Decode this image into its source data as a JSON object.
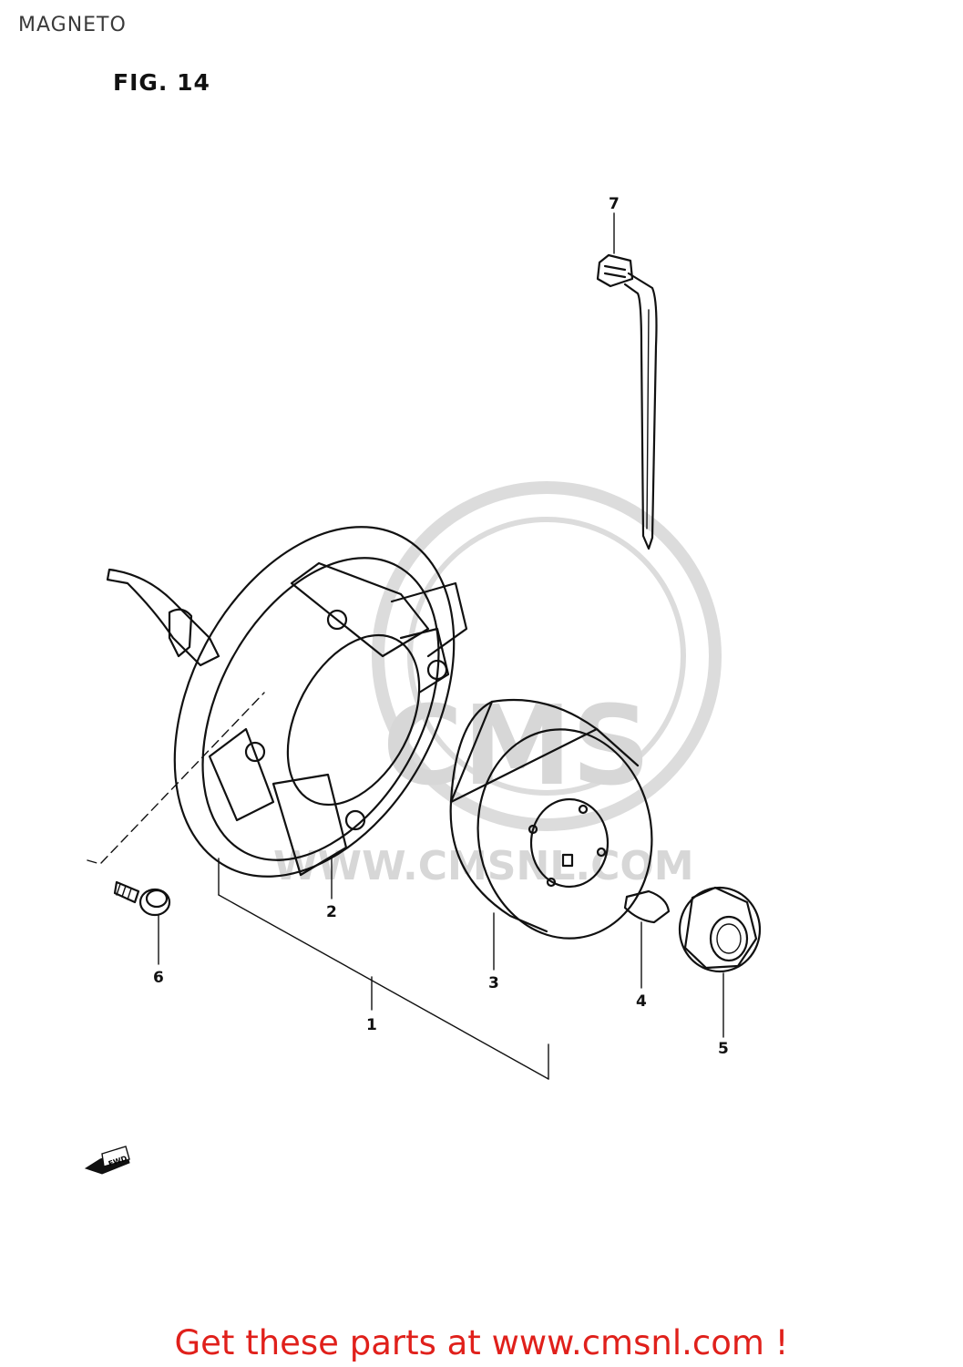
{
  "header": {
    "title": "MAGNETO",
    "figure_label": "FIG. 14"
  },
  "parts": [
    {
      "callout": "1",
      "icon": "magneto-assembly-bracket-icon"
    },
    {
      "callout": "2",
      "icon": "stator-icon"
    },
    {
      "callout": "3",
      "icon": "rotor-icon"
    },
    {
      "callout": "4",
      "icon": "woodruff-key-icon"
    },
    {
      "callout": "5",
      "icon": "nut-icon"
    },
    {
      "callout": "6",
      "icon": "screw-icon"
    },
    {
      "callout": "7",
      "icon": "cable-tie-icon"
    }
  ],
  "fwd_marker": "FWD",
  "watermark": {
    "brand": "CMS",
    "url": "WWW.CMSNL.COM"
  },
  "footer": {
    "text": "Get these parts at www.cmsnl.com !",
    "color": "#e0201b"
  }
}
